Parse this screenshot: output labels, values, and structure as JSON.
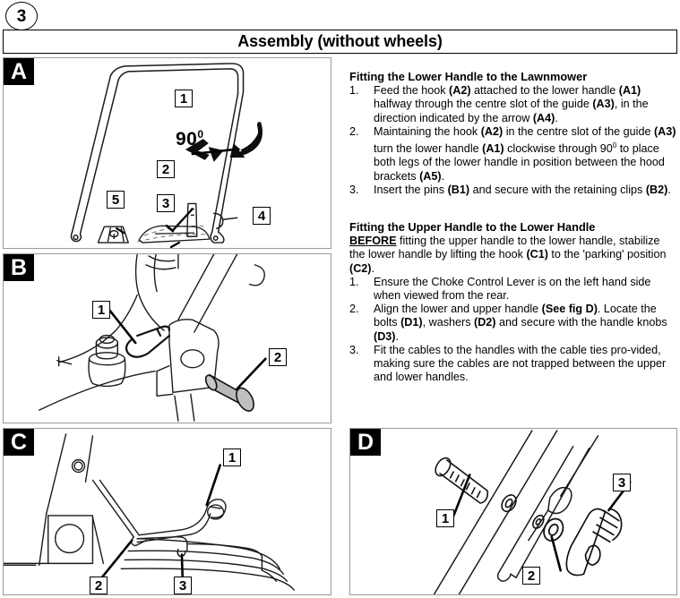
{
  "page": {
    "number": "3",
    "title": "Assembly (without wheels)"
  },
  "panels": [
    {
      "id": "A",
      "tag": "A",
      "name": "figure-panel-a",
      "description": "Lower handle frame rotated 90 degrees into hood brackets",
      "angle_label": "90",
      "angle_unit": "0",
      "callouts": [
        "1",
        "2",
        "3",
        "4",
        "5"
      ]
    },
    {
      "id": "B",
      "tag": "B",
      "name": "figure-panel-b",
      "description": "Retaining clip and pin at hood bracket",
      "callouts": [
        "1",
        "2"
      ]
    },
    {
      "id": "C",
      "tag": "C",
      "name": "figure-panel-c",
      "description": "Hook in parking position on lower handle",
      "callouts": [
        "1",
        "2",
        "3"
      ]
    },
    {
      "id": "D",
      "tag": "D",
      "name": "figure-panel-d",
      "description": "Bolt, washer and handle knob fixing the upper handle",
      "callouts": [
        "1",
        "2",
        "3"
      ]
    }
  ],
  "instructions": {
    "section1": {
      "heading": "Fitting the Lower Handle to the Lawnmower",
      "steps": [
        {
          "num": "1.",
          "parts": [
            {
              "t": "Feed the hook ",
              "b": false
            },
            {
              "t": "(A2)",
              "b": true
            },
            {
              "t": " attached to the lower handle ",
              "b": false
            },
            {
              "t": "(A1)",
              "b": true
            },
            {
              "t": " halfway through the centre slot of the guide ",
              "b": false
            },
            {
              "t": "(A3)",
              "b": true
            },
            {
              "t": ", in the direction indicated by the arrow ",
              "b": false
            },
            {
              "t": "(A4)",
              "b": true
            },
            {
              "t": ".",
              "b": false
            }
          ]
        },
        {
          "num": "2.",
          "parts": [
            {
              "t": "Maintaining the hook ",
              "b": false
            },
            {
              "t": "(A2)",
              "b": true
            },
            {
              "t": " in the centre slot of the guide ",
              "b": false
            },
            {
              "t": "(A3)",
              "b": true
            },
            {
              "t": " turn the lower handle ",
              "b": false
            },
            {
              "t": "(A1)",
              "b": true
            },
            {
              "t": " clockwise through 90",
              "b": false
            },
            {
              "t": "SUP:0",
              "b": false
            },
            {
              "t": " to place both legs of the lower handle in position between the hood brackets ",
              "b": false
            },
            {
              "t": "(A5)",
              "b": true
            },
            {
              "t": ".",
              "b": false
            }
          ]
        },
        {
          "num": "3.",
          "parts": [
            {
              "t": "Insert the pins ",
              "b": false
            },
            {
              "t": "(B1)",
              "b": true
            },
            {
              "t": " and secure with the retaining clips ",
              "b": false
            },
            {
              "t": "(B2)",
              "b": true
            },
            {
              "t": ".",
              "b": false
            }
          ]
        }
      ]
    },
    "section2": {
      "heading": "Fitting the Upper Handle to the Lower Handle",
      "note_parts": [
        {
          "t": "BEFORE",
          "u": true
        },
        {
          "t": " fitting the upper handle to the lower handle, stabilize the lower handle by lifting the hook ",
          "u": false
        },
        {
          "t": "(C1)",
          "b": true
        },
        {
          "t": " to the 'parking' position ",
          "u": false
        },
        {
          "t": "(C2)",
          "b": true
        },
        {
          "t": ".",
          "u": false
        }
      ],
      "steps": [
        {
          "num": "1.",
          "parts": [
            {
              "t": "Ensure the Choke Control Lever is on the left hand side when viewed from the rear.",
              "b": false
            }
          ]
        },
        {
          "num": "2.",
          "parts": [
            {
              "t": "Align the lower and upper handle ",
              "b": false
            },
            {
              "t": "(See fig D)",
              "b": true
            },
            {
              "t": ". Locate the bolts ",
              "b": false
            },
            {
              "t": "(D1)",
              "b": true
            },
            {
              "t": ", washers ",
              "b": false
            },
            {
              "t": "(D2)",
              "b": true
            },
            {
              "t": " and secure with the handle knobs ",
              "b": false
            },
            {
              "t": "(D3)",
              "b": true
            },
            {
              "t": ".",
              "b": false
            }
          ]
        },
        {
          "num": "3.",
          "parts": [
            {
              "t": "Fit the cables to the handles with the cable ties pro-vided, making sure the cables are not trapped between the upper and lower handles.",
              "b": false
            }
          ]
        }
      ]
    }
  },
  "colors": {
    "ink": "#000000",
    "panel_border": "#9a9a9a",
    "pin_fill": "#b8b8b8",
    "paper": "#ffffff"
  }
}
